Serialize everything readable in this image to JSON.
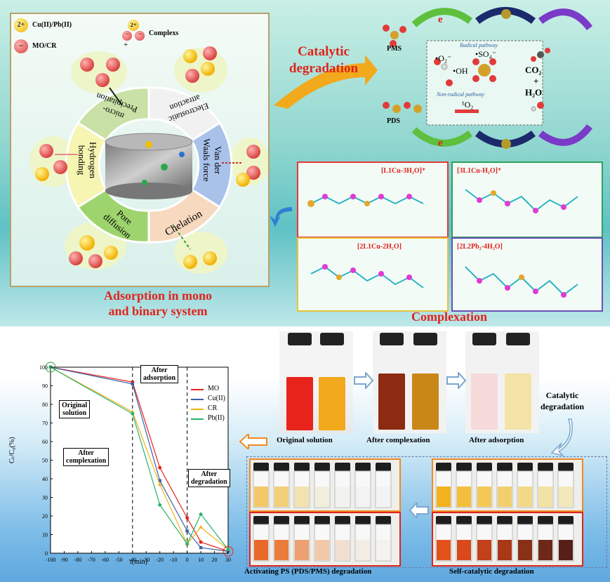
{
  "top": {
    "legend": {
      "cu_pb": "Cu(II)/Pb(II)",
      "mo_cr": "MO/CR",
      "complex": "Complexs",
      "badge_2plus": "2+",
      "badge_minus": "−",
      "badge_plus": "+"
    },
    "mechanisms": {
      "micro_precipitation": "micro-\nPrecipitation",
      "electrostatic": "Electrostatic\nattraction",
      "hydrogen": "Hydrogen\nbonding",
      "van_der_waals": "Van der\nWaals force",
      "pore": "Pore\ndiffusion",
      "chelation": "Chelation"
    },
    "adsorption_title_1": "Adsorption in mono",
    "adsorption_title_2": "and binary system",
    "catalytic_title_1": "Catalytic",
    "catalytic_title_2": "degradation",
    "pms": "PMS",
    "pds": "PDS",
    "e": "e",
    "radical_pathway": "Radical pathway",
    "non_radical_pathway": "Non-radical pathway",
    "o2_radical": "•O₂⁻",
    "so4_radical": "•SO₄⁻",
    "oh_radical": "•OH",
    "singlet_o2": "¹O₂",
    "co2": "CO₂",
    "plus": "+",
    "h2o": "H₂O",
    "complexation_title": "Complexation",
    "complex_labels": [
      "[L1Cu-3H₂O]⁺",
      "[3L1Cu-H₂O]⁺",
      "[2L1Cu-2H₂O]",
      "[2L2Pb₂-4H₂O]"
    ]
  },
  "chart_data": {
    "type": "line",
    "x": [
      -100,
      -40,
      -20,
      0,
      10,
      30
    ],
    "xlabel": "t(min)",
    "ylabel": "Cₜ/C₀(%)",
    "xlim": [
      -100,
      30
    ],
    "ylim": [
      0,
      100
    ],
    "xticks": [
      -100,
      -90,
      -80,
      -70,
      -60,
      -50,
      -40,
      -30,
      -20,
      -10,
      0,
      10,
      20,
      30
    ],
    "yticks": [
      0,
      10,
      20,
      30,
      40,
      50,
      60,
      70,
      80,
      90,
      100
    ],
    "series": [
      {
        "name": "MO",
        "color": "#e8231c",
        "values": [
          100,
          92,
          46,
          19,
          6,
          1
        ]
      },
      {
        "name": "Cu(II)",
        "color": "#3b5fa8",
        "values": [
          100,
          91,
          39,
          12,
          3,
          1
        ]
      },
      {
        "name": "CR",
        "color": "#f2b21b",
        "values": [
          100,
          76,
          37,
          5,
          14,
          2
        ]
      },
      {
        "name": "Pb(II)",
        "color": "#27b36a",
        "values": [
          100,
          75,
          26,
          5,
          21,
          2
        ]
      }
    ],
    "annotations": [
      "Original\nsolution",
      "After\ncomplexation",
      "After\nadsorption",
      "After\ndegradation"
    ]
  },
  "bottom": {
    "vial_captions": [
      "Original solution",
      "After complexation",
      "After adsorption"
    ],
    "catalytic_label": "Catalytic\ndegradation",
    "activating_caption": "Activating  PS (PDS/PMS) degradation",
    "self_caption": "Self-catalytic degradation"
  },
  "colors": {
    "accent_red": "#e0231c",
    "panel_red": "#e23a3a",
    "panel_green": "#2da25c",
    "panel_yellow": "#e8c23a",
    "panel_purple": "#6a4fb8",
    "vial_orange_border": "#f08a24",
    "vial_red_border": "#e2231c"
  }
}
